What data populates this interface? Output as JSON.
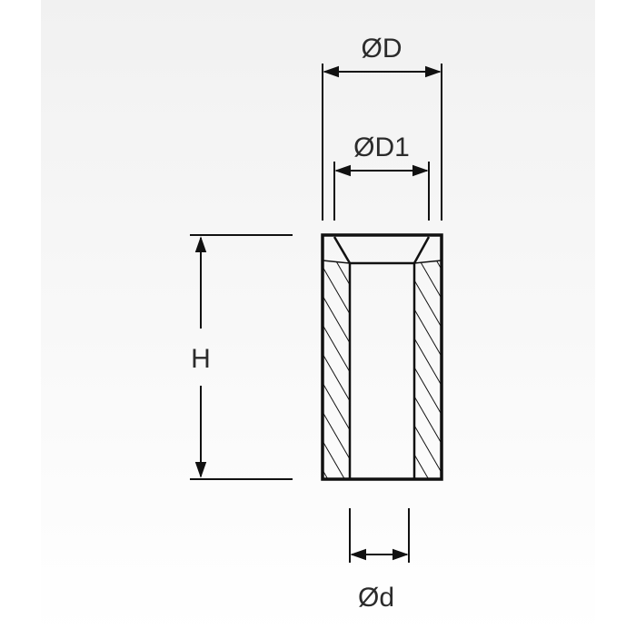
{
  "dimensions": {
    "outer_diameter": "ØD",
    "counterbore_diameter": "ØD1",
    "inner_diameter": "Ød",
    "height": "H"
  },
  "colors": {
    "panel_top": "#f1f1f1",
    "panel_bottom": "#ffffff",
    "stroke": "#111111",
    "text": "#2b2b2b"
  }
}
